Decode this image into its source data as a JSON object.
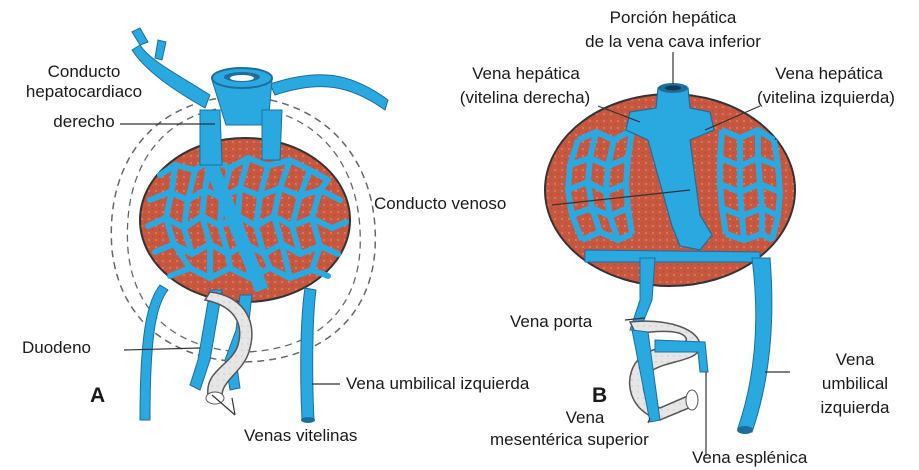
{
  "colors": {
    "vein": "#2aa9e0",
    "vein_dark": "#1d6e9c",
    "liver": "#c8573f",
    "liver_dots": "#d98c76",
    "duodenum": "#e4e4e4",
    "leader": "#333333"
  },
  "panel_a": {
    "letter": "A",
    "labels": {
      "hepatocardiac_line1": "Conducto",
      "hepatocardiac_line2": "hepatocardiaco",
      "hepatocardiac_line3": "derecho",
      "duodeno": "Duodeno",
      "vena_umbilical_izq": "Vena umbilical izquierda",
      "venas_vitelinas": "Venas vitelinas"
    }
  },
  "shared": {
    "conducto_venoso": "Conducto venoso"
  },
  "panel_b": {
    "letter": "B",
    "labels": {
      "porcion_line1": "Porción hepática",
      "porcion_line2": "de la vena cava inferior",
      "hep_der_line1": "Vena hepática",
      "hep_der_line2": "(vitelina derecha)",
      "hep_izq_line1": "Vena hepática",
      "hep_izq_line2": "(vitelina izquierda)",
      "vena_porta": "Vena porta",
      "umb_line1": "Vena",
      "umb_line2": "umbilical",
      "umb_line3": "izquierda",
      "mes_line1": "Vena",
      "mes_line2": "mesentérica superior",
      "esplenica": "Vena esplénica"
    }
  }
}
